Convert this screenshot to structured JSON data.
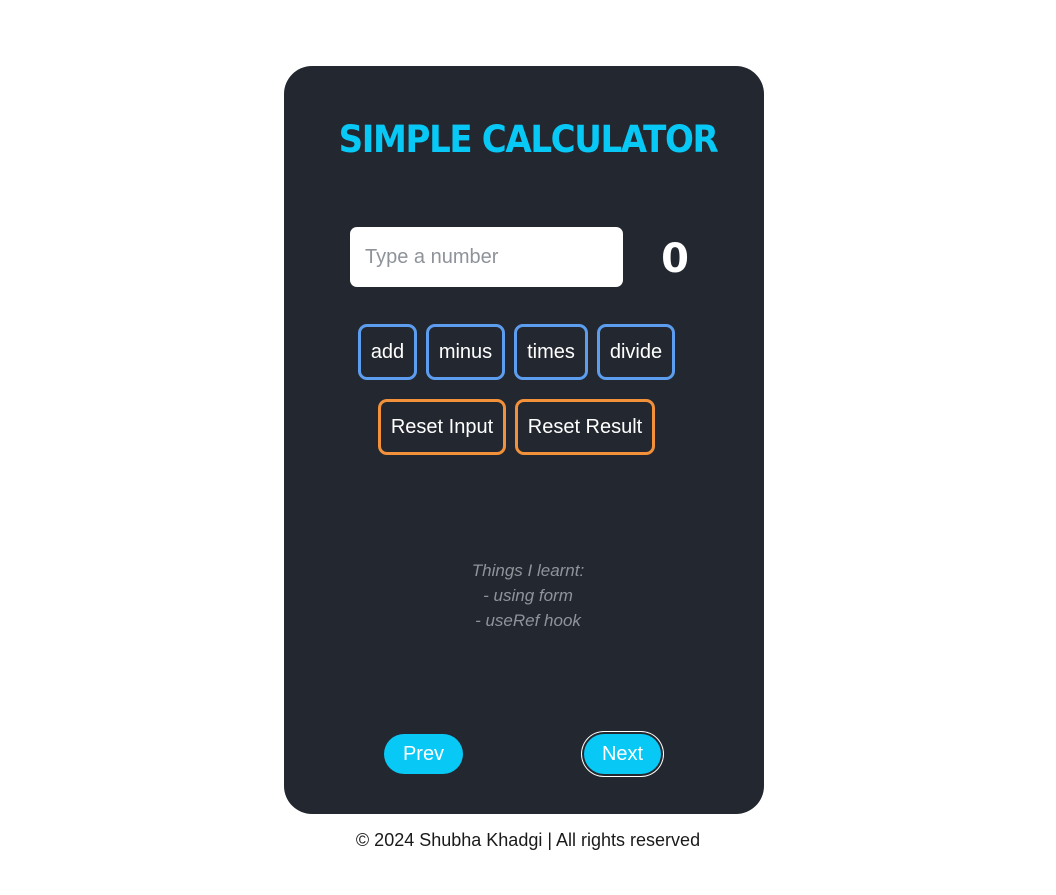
{
  "app": {
    "title": "SIMPLE CALCULATOR"
  },
  "input": {
    "placeholder": "Type a number",
    "value": ""
  },
  "result": {
    "value": "0"
  },
  "operations": {
    "add": "add",
    "minus": "minus",
    "times": "times",
    "divide": "divide"
  },
  "resets": {
    "input": "Reset Input",
    "result": "Reset Result"
  },
  "learnt": {
    "heading": "Things I learnt:",
    "items": [
      "- using form",
      "- useRef hook"
    ]
  },
  "nav": {
    "prev": "Prev",
    "next": "Next"
  },
  "footer": {
    "text": "© 2024 Shubha Khadgi | All rights reserved"
  },
  "colors": {
    "card_background": "#23272f",
    "accent": "#08c8f6",
    "operation_border": "#5c9df0",
    "reset_border": "#f2913a"
  }
}
